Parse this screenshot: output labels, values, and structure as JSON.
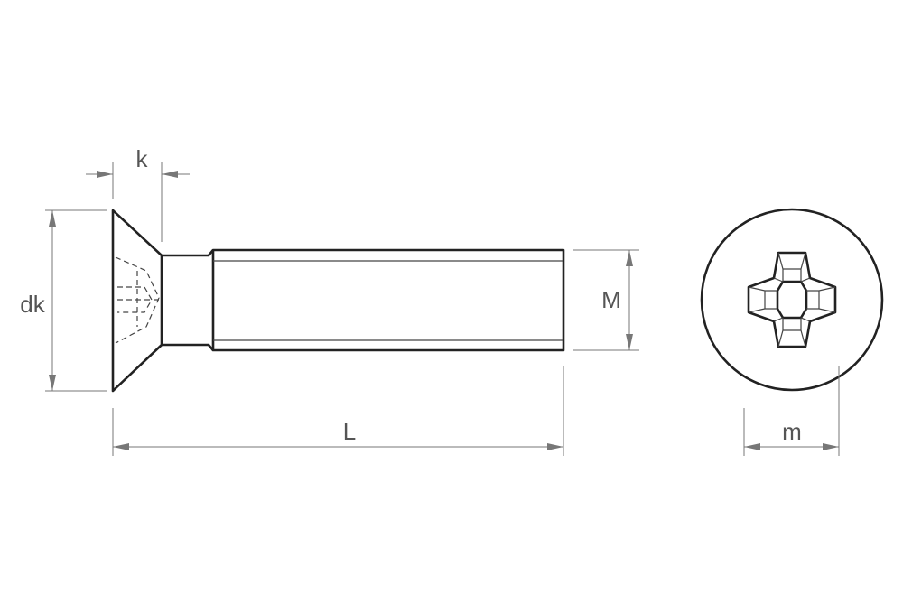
{
  "labels": {
    "k": "k",
    "dk": "dk",
    "M": "M",
    "L": "L",
    "m": "m"
  },
  "colors": {
    "outline": "#222222",
    "dimension": "#777777",
    "label": "#555555",
    "background": "#ffffff"
  }
}
